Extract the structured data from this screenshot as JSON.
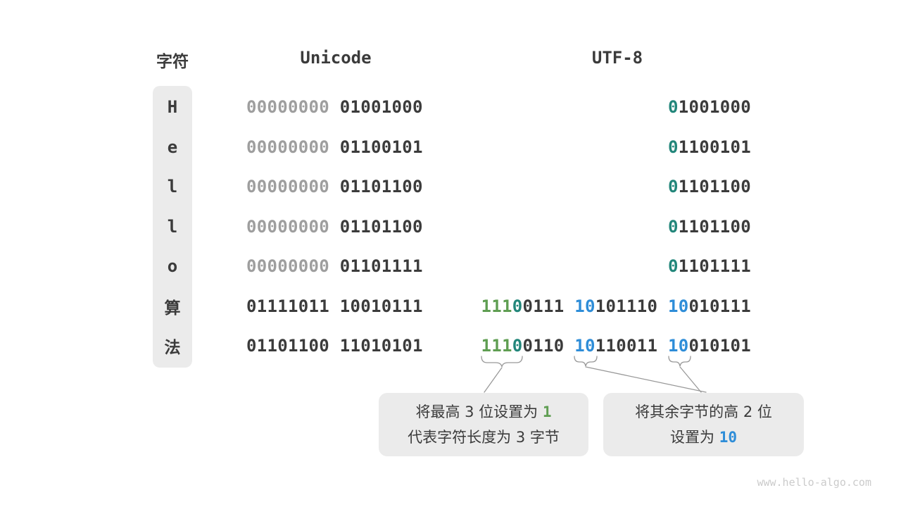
{
  "headers": {
    "char": "字符",
    "unicode": "Unicode",
    "utf8": "UTF-8"
  },
  "colors": {
    "dark": "#3b3b3b",
    "gray": "#9e9e9e",
    "green": "#5f9e52",
    "teal": "#22867a",
    "blue": "#2e8dd8",
    "box_bg": "#ebebeb",
    "line_gray": "#999999"
  },
  "rows": [
    {
      "char": "H",
      "char_type": "latin",
      "unicode": [
        [
          "00000000 ",
          "gray"
        ],
        [
          "01001000",
          "dark"
        ]
      ],
      "utf8": [
        [
          "0",
          "teal"
        ],
        [
          "1001000",
          "dark"
        ]
      ]
    },
    {
      "char": "e",
      "char_type": "latin",
      "unicode": [
        [
          "00000000 ",
          "gray"
        ],
        [
          "01100101",
          "dark"
        ]
      ],
      "utf8": [
        [
          "0",
          "teal"
        ],
        [
          "1100101",
          "dark"
        ]
      ]
    },
    {
      "char": "l",
      "char_type": "latin",
      "unicode": [
        [
          "00000000 ",
          "gray"
        ],
        [
          "01101100",
          "dark"
        ]
      ],
      "utf8": [
        [
          "0",
          "teal"
        ],
        [
          "1101100",
          "dark"
        ]
      ]
    },
    {
      "char": "l",
      "char_type": "latin",
      "unicode": [
        [
          "00000000 ",
          "gray"
        ],
        [
          "01101100",
          "dark"
        ]
      ],
      "utf8": [
        [
          "0",
          "teal"
        ],
        [
          "1101100",
          "dark"
        ]
      ]
    },
    {
      "char": "o",
      "char_type": "latin",
      "unicode": [
        [
          "00000000 ",
          "gray"
        ],
        [
          "01101111",
          "dark"
        ]
      ],
      "utf8": [
        [
          "0",
          "teal"
        ],
        [
          "1101111",
          "dark"
        ]
      ]
    },
    {
      "char": "算",
      "char_type": "cjk",
      "unicode": [
        [
          "01111011 10010111",
          "dark"
        ]
      ],
      "utf8": [
        [
          "111",
          "green"
        ],
        [
          "0",
          "teal"
        ],
        [
          "0111 ",
          "dark"
        ],
        [
          "10",
          "blue"
        ],
        [
          "101110 ",
          "dark"
        ],
        [
          "10",
          "blue"
        ],
        [
          "010111",
          "dark"
        ]
      ]
    },
    {
      "char": "法",
      "char_type": "cjk",
      "unicode": [
        [
          "01101100 11010101",
          "dark"
        ]
      ],
      "utf8": [
        [
          "111",
          "green"
        ],
        [
          "0",
          "teal"
        ],
        [
          "0110 ",
          "dark"
        ],
        [
          "10",
          "blue"
        ],
        [
          "110011 ",
          "dark"
        ],
        [
          "10",
          "blue"
        ],
        [
          "010101",
          "dark"
        ]
      ]
    }
  ],
  "callouts": {
    "left": {
      "line1_prefix": "将最高 3 位设置为 ",
      "line1_highlight": "1",
      "line2": "代表字符长度为 3 字节"
    },
    "right": {
      "line1": "将其余字节的高 2 位",
      "line2_prefix": "设置为 ",
      "line2_highlight": "10"
    }
  },
  "watermark": "www.hello-algo.com"
}
